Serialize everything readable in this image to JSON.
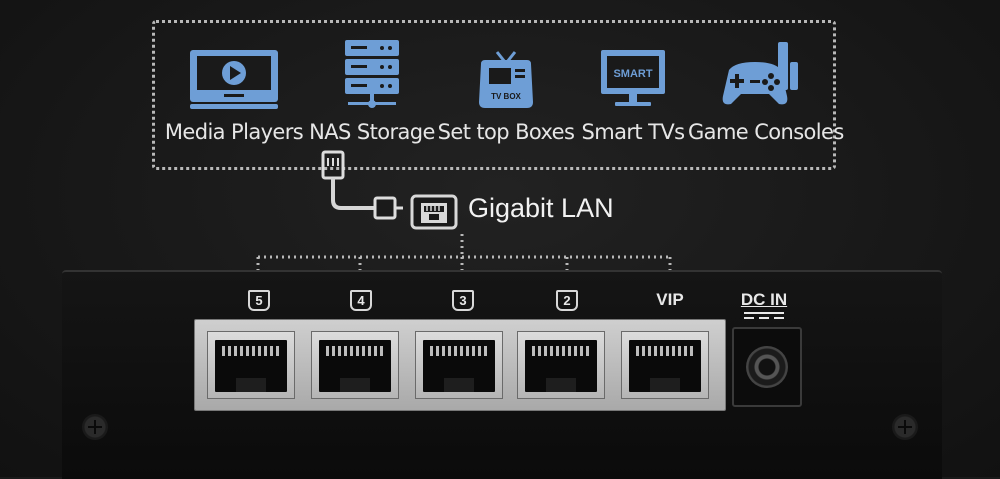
{
  "devices": [
    {
      "label": "Media Players",
      "icon": "media-player-icon"
    },
    {
      "label": "NAS Storage",
      "icon": "nas-storage-icon"
    },
    {
      "label": "Set top Boxes",
      "icon": "set-top-box-icon",
      "icon_text": "TV BOX"
    },
    {
      "label": "Smart TVs",
      "icon": "smart-tv-icon",
      "icon_text": "SMART"
    },
    {
      "label": "Game Consoles",
      "icon": "game-console-icon"
    }
  ],
  "lan": {
    "label": "Gigabit LAN",
    "icon": "ethernet-port-icon"
  },
  "ports": [
    {
      "label": "5"
    },
    {
      "label": "4"
    },
    {
      "label": "3"
    },
    {
      "label": "2"
    },
    {
      "label": "VIP"
    }
  ],
  "power": {
    "label": "DC IN"
  },
  "colors": {
    "background": "#1a1a1a",
    "icon_blue": "#6e9ed6",
    "text": "#e6e6e6",
    "dotted_line": "#b8b8b8"
  }
}
